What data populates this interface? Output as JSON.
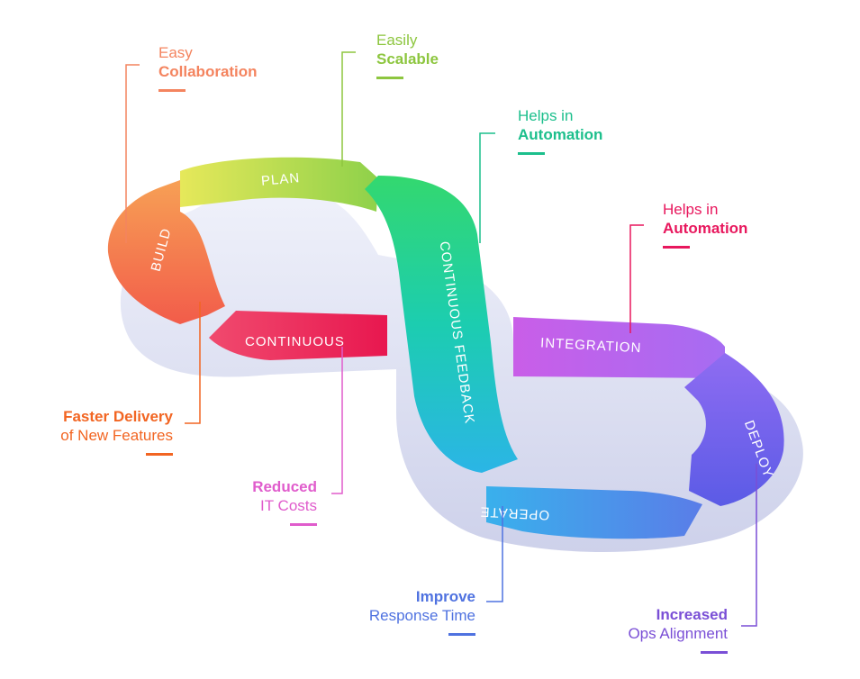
{
  "segments": {
    "plan": "PLAN",
    "build": "BUILD",
    "continuous": "CONTINUOUS",
    "continuous_feedback": "CONTINUOUS FEEDBACK",
    "integration": "INTEGRATION",
    "deploy": "DEPLOY",
    "operate": "OPERATE"
  },
  "callouts": {
    "easy_collaboration": {
      "line1": "Easy",
      "line2": "Collaboration",
      "color": "#f4845f"
    },
    "easily_scalable": {
      "line1": "Easily",
      "line2": "Scalable",
      "color": "#8dc63f"
    },
    "helps_automation_1": {
      "line1": "Helps in",
      "line2": "Automation",
      "color": "#1cbf8c"
    },
    "helps_automation_2": {
      "line1": "Helps in",
      "line2": "Automation",
      "color": "#e8175d"
    },
    "faster_delivery": {
      "line1": "Faster Delivery",
      "line2": "of New Features",
      "color": "#f26522"
    },
    "reduced_costs": {
      "line1": "Reduced",
      "line2": "IT Costs",
      "color": "#e05ccc"
    },
    "improve_response": {
      "line1": "Improve",
      "line2": "Response Time",
      "color": "#4f72e0"
    },
    "increased_ops": {
      "line1": "Increased",
      "line2": "Ops Alignment",
      "color": "#7a4fd6"
    }
  }
}
